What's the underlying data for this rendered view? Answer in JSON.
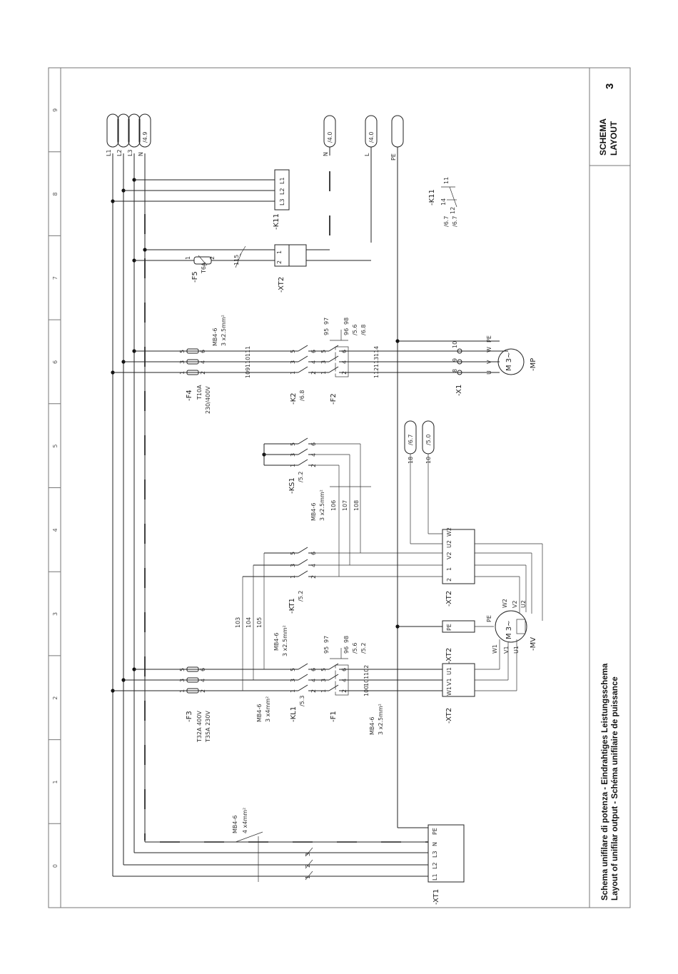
{
  "title_block": {
    "lines": [
      "Schema unifilare di potenza - Eindrahtiges Leistungsschema",
      "Layout of unifilar output - Schéma unifilaire de puissance"
    ],
    "labels": [
      "SCHEMA",
      "LAYOUT"
    ],
    "sheet_number": "3"
  },
  "zones": [
    "0",
    "1",
    "2",
    "3",
    "4",
    "5",
    "6",
    "7",
    "8",
    "9"
  ],
  "refs": {
    "l1": "L1",
    "l2": "L2",
    "l3": "L3",
    "n": "N",
    "ref_49": "/4.9",
    "n_ref": "N",
    "n_ref_val": "/4.0",
    "l_ref": "L",
    "l_ref_val": "/4.0",
    "pe_ref": "PE",
    "r18": "18",
    "r18_val": "/6.7",
    "r10": "10",
    "r10_val": "/5.0"
  },
  "xt1": {
    "name": "-XT1",
    "terminals": [
      "PE",
      "N",
      "L3",
      "L2",
      "L1"
    ],
    "cable_type": "MB4-6",
    "cable_section": "4 x4mm²",
    "wires": [
      "3",
      "2",
      "1"
    ]
  },
  "f3": {
    "name": "-F3",
    "ratings": [
      "T32A 400V",
      "T35A 230V"
    ],
    "terms_top": [
      "1",
      "3",
      "5"
    ],
    "terms_bot": [
      "2",
      "4",
      "6"
    ]
  },
  "cable_kl1": {
    "type": "MB4-6",
    "section": "3 x4mm²"
  },
  "kl1": {
    "name": "-KL1",
    "ref": "/5.3",
    "terms_top": [
      "1",
      "3",
      "5"
    ],
    "terms_bot": [
      "2",
      "4",
      "6"
    ]
  },
  "f1": {
    "name": "-F1",
    "aux": [
      "95",
      "97",
      "96",
      "98"
    ],
    "aux_refs": [
      "/5.6",
      "/5.2"
    ],
    "terms_top": [
      "1",
      "3",
      "5"
    ],
    "terms_bot": [
      "2",
      "4",
      "6"
    ]
  },
  "cable_f1": {
    "type": "MB4-6",
    "section": "3 x2.5mm²",
    "wires": [
      "100",
      "101",
      "102"
    ]
  },
  "xt2_mv": {
    "name": "-XT2",
    "terminals": [
      "U1",
      "V1",
      "W1"
    ]
  },
  "xt2_pe": {
    "name": "-XT2",
    "terminal": "PE"
  },
  "cable_kt1": {
    "type": "MB4-6",
    "section": "3 x2.5mm²",
    "wires": [
      "103",
      "104",
      "105"
    ]
  },
  "kt1": {
    "name": "-KT1",
    "ref": "/5.2",
    "terms_top": [
      "1",
      "3",
      "5"
    ],
    "terms_bot": [
      "2",
      "4",
      "6"
    ]
  },
  "xt2_star": {
    "name": "-XT2",
    "terminals": [
      "W2",
      "U2",
      "V2",
      "1",
      "2"
    ]
  },
  "mv": {
    "name": "-MV",
    "symbol": "M 3~",
    "pe": "PE",
    "terms": [
      "W1",
      "V1",
      "U1",
      "W2",
      "V2",
      "U2"
    ]
  },
  "ks1": {
    "name": "-KS1",
    "ref": "/5.2",
    "terms_top": [
      "1",
      "3",
      "5"
    ],
    "terms_bot": [
      "2",
      "4",
      "6"
    ]
  },
  "cable_ks1": {
    "type": "MB4-6",
    "section": "3 x2.5mm²",
    "wires": [
      "106",
      "107",
      "108"
    ]
  },
  "f4": {
    "name": "-F4",
    "ratings": [
      "T10A",
      "230/400V"
    ],
    "terms_top": [
      "1",
      "3",
      "5"
    ],
    "terms_bot": [
      "2",
      "4",
      "6"
    ]
  },
  "cable_f4": {
    "type": "MB4-6",
    "section": "3 x2.5mm²",
    "wires": [
      "109",
      "110",
      "111"
    ]
  },
  "k2": {
    "name": "-K2",
    "ref": "/6.8",
    "terms_top": [
      "1",
      "3",
      "5"
    ],
    "terms_bot": [
      "2",
      "4",
      "6"
    ]
  },
  "f2": {
    "name": "-F2",
    "aux": [
      "95",
      "97",
      "96",
      "98"
    ],
    "aux_refs": [
      "/5.6",
      "/6.8"
    ],
    "terms_top": [
      "1",
      "3",
      "5"
    ],
    "terms_bot": [
      "2",
      "4",
      "6"
    ]
  },
  "mp_wires": [
    "112",
    "113",
    "114"
  ],
  "x1": {
    "name": "-X1",
    "terms": [
      "8",
      "9",
      "10"
    ]
  },
  "mp": {
    "name": "-MP",
    "symbol": "M 3~",
    "terms": [
      "U",
      "V",
      "W",
      "PE"
    ]
  },
  "f5": {
    "name": "-F5",
    "rating": "T6A",
    "terms": [
      "1",
      "2"
    ],
    "wire": "115"
  },
  "xt2_pw": {
    "name": "-XT2",
    "terminals": [
      "1",
      "2"
    ]
  },
  "k11_coil": {
    "name": "-K11",
    "terms": [
      "L1",
      "L2",
      "L3"
    ]
  },
  "k11_contact": {
    "name": "-K11",
    "ref1": "/6.7",
    "ref2": "/6.7",
    "terms": [
      "11",
      "14",
      "12"
    ]
  }
}
